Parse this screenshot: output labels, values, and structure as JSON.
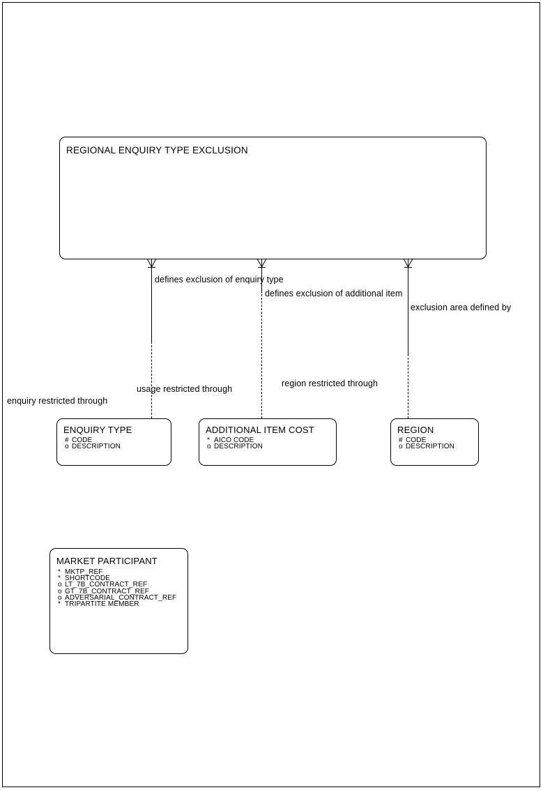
{
  "diagram": {
    "type": "entity-relationship-diagram",
    "notation": "crows-foot",
    "background_color": "#ffffff",
    "line_color": "#000000",
    "text_color": "#000000"
  },
  "entities": [
    {
      "id": "regional-enquiry-type-exclusion",
      "title": "REGIONAL ENQUIRY TYPE EXCLUSION",
      "attributes": []
    },
    {
      "id": "enquiry-type",
      "title": "ENQUIRY TYPE",
      "attributes": [
        {
          "marker": "#",
          "name": "CODE"
        },
        {
          "marker": "o",
          "name": "DESCRIPTION"
        }
      ]
    },
    {
      "id": "additional-item-cost",
      "title": "ADDITIONAL ITEM COST",
      "attributes": [
        {
          "marker": "*",
          "name": "AICO CODE"
        },
        {
          "marker": "o",
          "name": "DESCRIPTION"
        }
      ]
    },
    {
      "id": "region",
      "title": "REGION",
      "attributes": [
        {
          "marker": "#",
          "name": "CODE"
        },
        {
          "marker": "o",
          "name": "DESCRIPTION"
        }
      ]
    },
    {
      "id": "market-participant",
      "title": "MARKET PARTICIPANT",
      "attributes": [
        {
          "marker": "*",
          "name": "MKTP_REF"
        },
        {
          "marker": "*",
          "name": "SHORTCODE"
        },
        {
          "marker": "o",
          "name": "LT_7B_CONTRACT_REF"
        },
        {
          "marker": "o",
          "name": "GT_7B_CONTRACT_REF"
        },
        {
          "marker": "o",
          "name": "ADVERSARIAL_CONTRACT_REF"
        },
        {
          "marker": "*",
          "name": "TRIPARTITE MEMBER"
        }
      ]
    }
  ],
  "relationships": [
    {
      "id": "enquiry-type-exclusion",
      "parent_label": "defines exclusion of enquiry type",
      "child_label": "enquiry restricted through"
    },
    {
      "id": "additional-item-exclusion",
      "parent_label": "defines exclusion of additional item",
      "child_label": "usage restricted through"
    },
    {
      "id": "region-exclusion",
      "parent_label": "exclusion area defined by",
      "child_label": "region restricted through"
    }
  ],
  "extra_labels": [
    {
      "id": "region-restricted-through",
      "text": "region restricted through"
    }
  ]
}
